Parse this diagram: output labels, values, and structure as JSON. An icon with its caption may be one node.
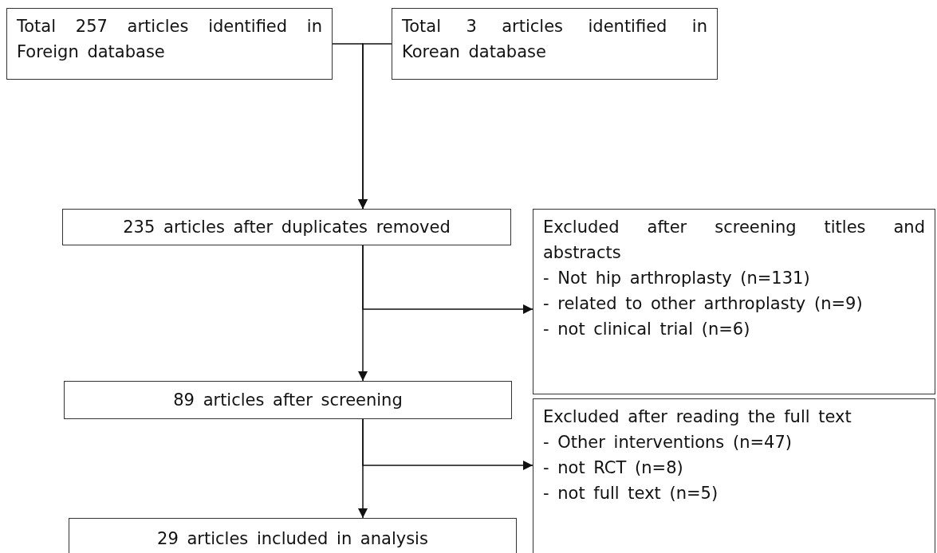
{
  "diagram": {
    "nodes": [
      {
        "text": [
          "Total 257 articles identified in Foreign database"
        ]
      },
      {
        "text": [
          "Total 3 articles identified in Korean database"
        ]
      },
      {
        "text": [
          "235 articles after duplicates removed"
        ]
      },
      {
        "text": [
          "Excluded after screening titles and abstracts",
          "- Not hip arthroplasty (n=131)",
          "- related to other arthroplasty (n=9)",
          "- not clinical trial (n=6)"
        ]
      },
      {
        "text": [
          "89 articles after screening"
        ]
      },
      {
        "text": [
          "Excluded after reading the full text",
          "- Other interventions (n=47)",
          "- not RCT (n=8)",
          "- not full text (n=5)"
        ]
      },
      {
        "text": [
          "29 articles included in analysis"
        ]
      }
    ],
    "edges": [
      {
        "from": 0,
        "to": 2,
        "arrow": "to"
      },
      {
        "from": 1,
        "to": 2,
        "arrow": "to"
      },
      {
        "from": 2,
        "to": 4,
        "arrow": "to"
      },
      {
        "from": 2,
        "to": 3,
        "arrow": "to"
      },
      {
        "from": 4,
        "to": 6,
        "arrow": "to"
      },
      {
        "from": 4,
        "to": 5,
        "arrow": "to"
      }
    ]
  }
}
